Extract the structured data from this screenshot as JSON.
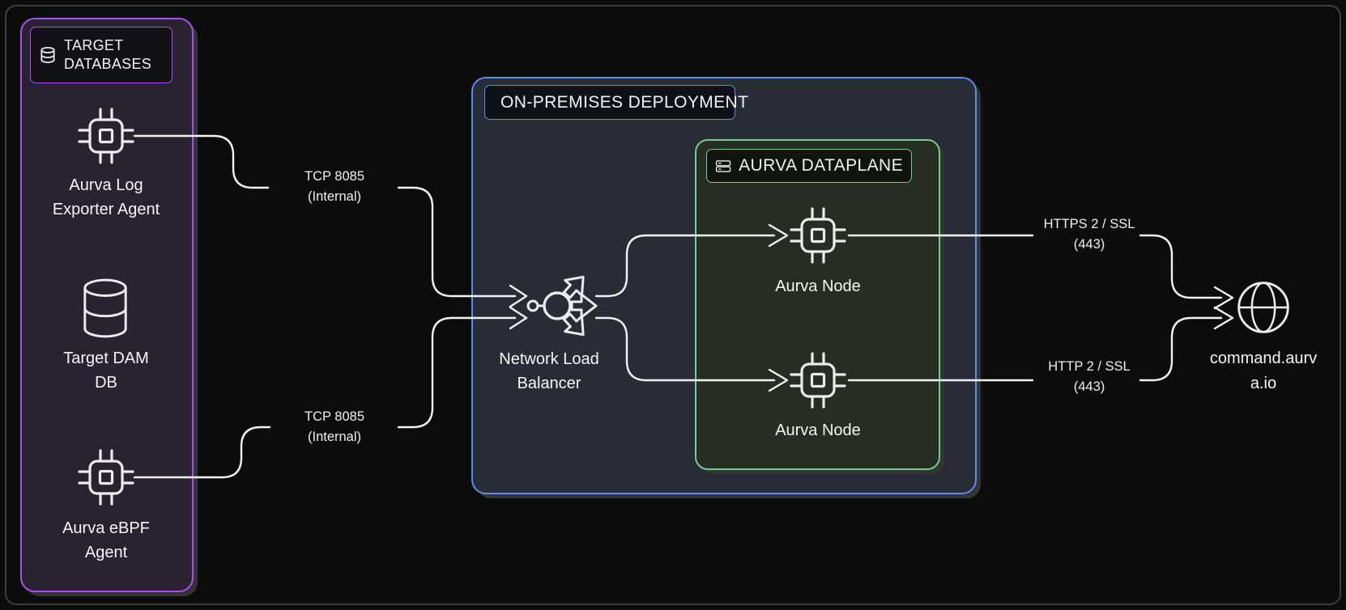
{
  "colors": {
    "background": "#0c0c0c",
    "frame": "#3e3e3e",
    "line": "#f2f2f2",
    "purple_accent": "#ad4ff0",
    "blue_accent": "#5a8df0",
    "green_accent": "#72ce8c"
  },
  "groups": {
    "target_databases": {
      "icon": "database-icon",
      "title_lines": [
        "TARGET",
        "DATABASES"
      ]
    },
    "on_premises": {
      "icon": "server-stack-icon",
      "title": "ON-PREMISES DEPLOYMENT"
    },
    "aurva_dataplane": {
      "icon": "server-stack-icon",
      "title": "AURVA DATAPLANE"
    }
  },
  "nodes": {
    "log_exporter": {
      "icon": "chip-icon",
      "lines": [
        "Aurva Log",
        "Exporter Agent"
      ]
    },
    "target_dam_db": {
      "icon": "database-icon",
      "lines": [
        "Target DAM",
        "DB"
      ]
    },
    "ebpf_agent": {
      "icon": "chip-icon",
      "lines": [
        "Aurva eBPF",
        "Agent"
      ]
    },
    "load_balancer": {
      "icon": "load-balancer-icon",
      "lines": [
        "Network Load",
        "Balancer"
      ]
    },
    "aurva_node_top": {
      "icon": "chip-icon",
      "label": "Aurva Node"
    },
    "aurva_node_bottom": {
      "icon": "chip-icon",
      "label": "Aurva Node"
    },
    "command_endpoint": {
      "icon": "globe-icon",
      "lines": [
        "command.aurv",
        "a.io"
      ]
    }
  },
  "connections": {
    "tcp_internal_top": {
      "lines": [
        "TCP 8085",
        "(Internal)"
      ]
    },
    "tcp_internal_bottom": {
      "lines": [
        "TCP 8085",
        "(Internal)"
      ]
    },
    "https_ssl_top": {
      "lines": [
        "HTTPS 2 / SSL",
        "(443)"
      ]
    },
    "http_ssl_bottom": {
      "lines": [
        "HTTP 2 / SSL",
        "(443)"
      ]
    }
  }
}
